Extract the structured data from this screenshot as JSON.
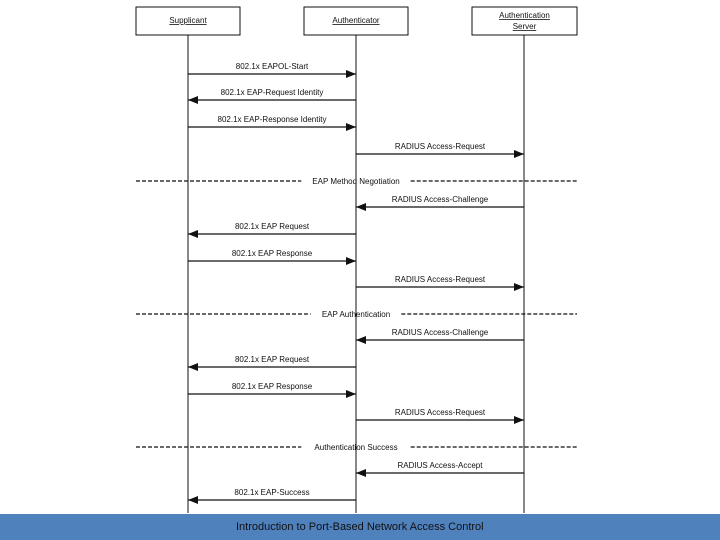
{
  "participants": [
    {
      "id": "supplicant",
      "lines": [
        "Supplicant"
      ]
    },
    {
      "id": "authenticator",
      "lines": [
        "Authenticator"
      ]
    },
    {
      "id": "server",
      "lines": [
        "Authentication",
        "Server"
      ]
    }
  ],
  "messages": [
    {
      "from": "supplicant",
      "to": "authenticator",
      "label": "802.1x EAPOL-Start"
    },
    {
      "from": "authenticator",
      "to": "supplicant",
      "label": "802.1x EAP-Request Identity"
    },
    {
      "from": "supplicant",
      "to": "authenticator",
      "label": "802.1x EAP-Response Identity"
    },
    {
      "from": "authenticator",
      "to": "server",
      "label": "RADIUS Access-Request"
    },
    {
      "divider": "EAP Method Negotiation"
    },
    {
      "from": "server",
      "to": "authenticator",
      "label": "RADIUS Access-Challenge"
    },
    {
      "from": "authenticator",
      "to": "supplicant",
      "label": "802.1x EAP Request"
    },
    {
      "from": "supplicant",
      "to": "authenticator",
      "label": "802.1x EAP Response"
    },
    {
      "from": "authenticator",
      "to": "server",
      "label": "RADIUS Access-Request"
    },
    {
      "divider": "EAP Authentication"
    },
    {
      "from": "server",
      "to": "authenticator",
      "label": "RADIUS Access-Challenge"
    },
    {
      "from": "authenticator",
      "to": "supplicant",
      "label": "802.1x EAP Request"
    },
    {
      "from": "supplicant",
      "to": "authenticator",
      "label": "802.1x EAP Response"
    },
    {
      "from": "authenticator",
      "to": "server",
      "label": "RADIUS Access-Request"
    },
    {
      "divider": "Authentication Success"
    },
    {
      "from": "server",
      "to": "authenticator",
      "label": "RADIUS Access-Accept"
    },
    {
      "from": "authenticator",
      "to": "supplicant",
      "label": "802.1x EAP-Success"
    }
  ],
  "footer": {
    "caption": "Introduction to Port-Based Network Access Control",
    "color": "#4f81bd"
  }
}
